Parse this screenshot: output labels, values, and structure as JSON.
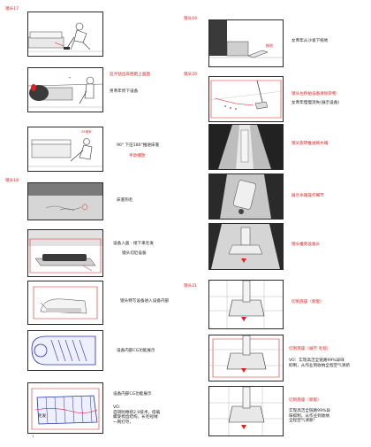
{
  "shots": {
    "s17": "镜头17",
    "s18": "镜头18",
    "s19": "镜头19",
    "s20": "镜头20",
    "s21": "镜头21"
  },
  "left": {
    "f2": "狂犬钻出床底跑上画面",
    "f2b": "男青年停下设备",
    "f3": "90° 下压180°推进床底",
    "f3b": "手动播放",
    "f3_note": "25毫米",
    "f4": "床底狗毛",
    "f5a": "设备入画 - 接下来毛发",
    "f5b": "镜头切近设备",
    "f6": "镜头特写设备进入设备内部",
    "f7": "设备内部CG功能展示",
    "f8a": "设备内部CG功能展示",
    "f8b": "VO:\n自研防缠绕2.0技术，搭载\n螺旋梳齿结构，长毛短绒\n一网打尽，",
    "f8c": "毛发",
    "page": "1"
  },
  "right": {
    "f1": "女青年从沙发下拖地",
    "f1_note": "拖地",
    "f2a": "镜头左移拍设备清除杂物",
    "f2b": "女青年慢慢消失(展示设备)",
    "f3": "镜头旋转推进刷水箱",
    "f4": "展示水箱操作细节",
    "f5": "镜头推到设备头",
    "f6": "切到底座（新套）",
    "f7a": "切到底座（展厅·毛毯）",
    "f7b": "VO：实现高洁全链路99%异味\n抑制，从作业到收纳全程空气清新",
    "f8a": "切到底座（新套）",
    "f8b": "实现高洁全链路99%异\n味抑制，从作业到收纳\n全程空气清新！"
  },
  "colors": {
    "accent": "#e02020",
    "ink": "#2a2a2a",
    "shadow": "#3a3a3a"
  }
}
